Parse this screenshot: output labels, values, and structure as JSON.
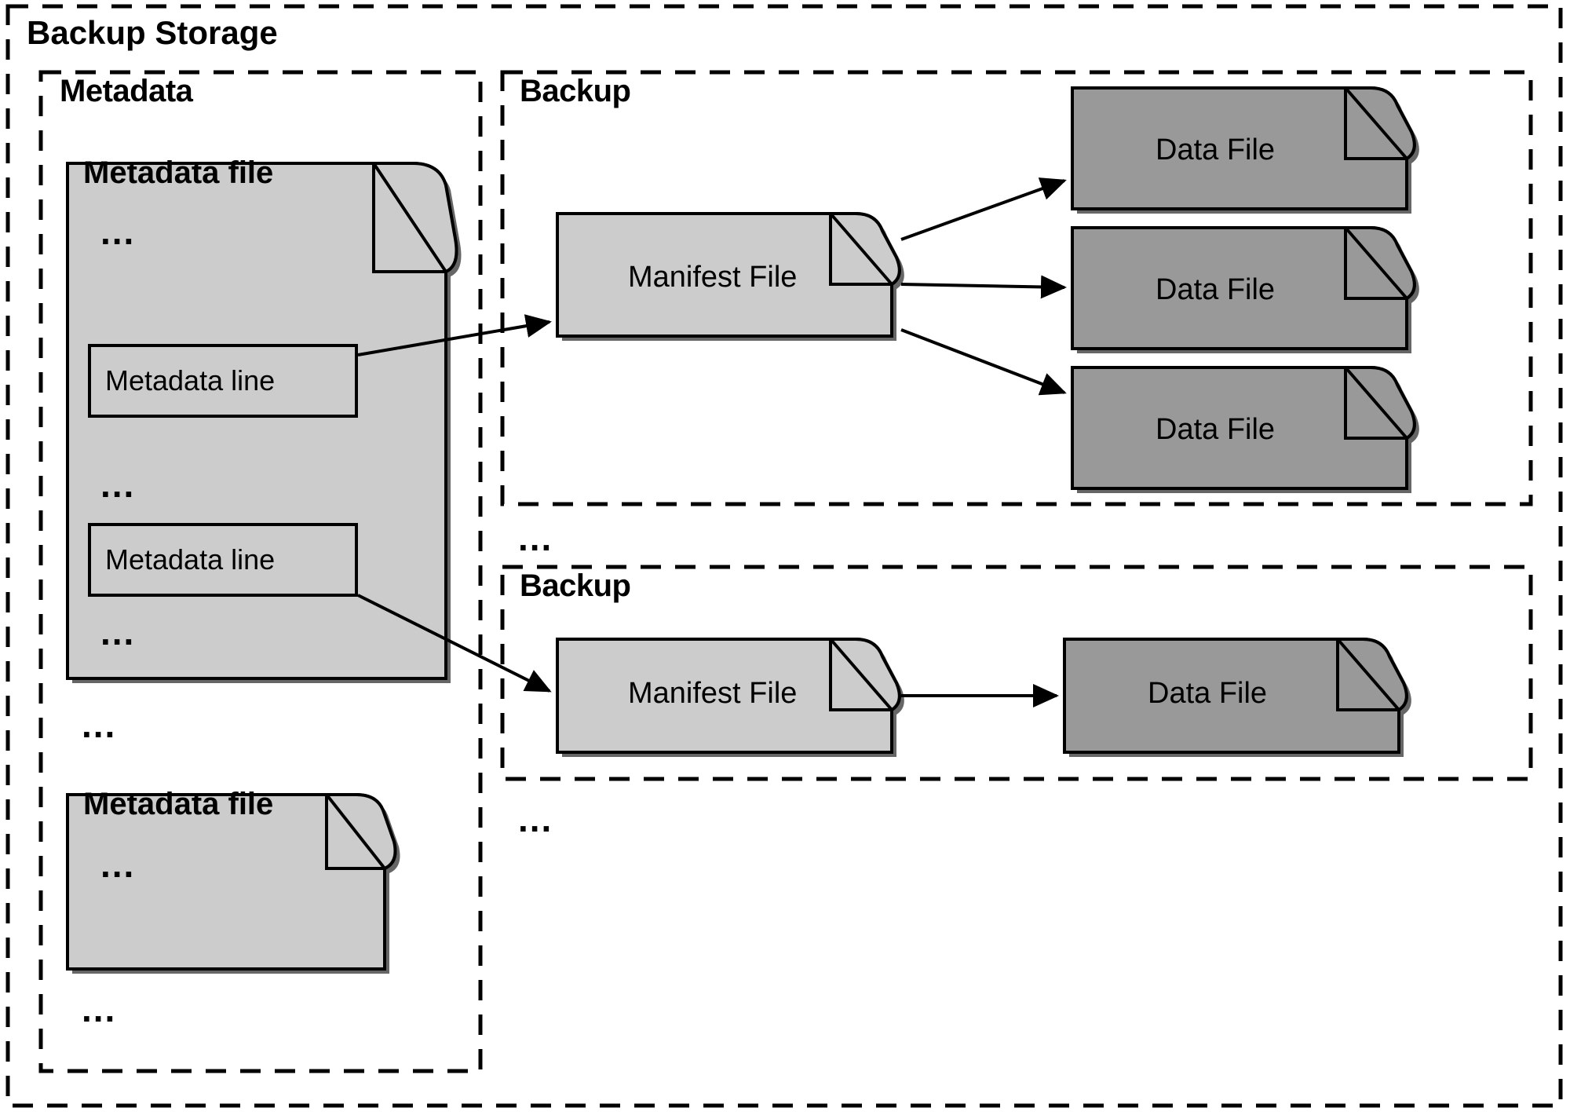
{
  "diagram": {
    "title": "Backup Storage",
    "groups": {
      "metadata": {
        "label": "Metadata"
      },
      "backup_1": {
        "label": "Backup"
      },
      "backup_2": {
        "label": "Backup"
      }
    },
    "metadata_files": [
      {
        "title": "Metadata file",
        "rows": [
          {
            "kind": "ellipsis",
            "text": "..."
          },
          {
            "kind": "line",
            "text": "Metadata line"
          },
          {
            "kind": "ellipsis",
            "text": "..."
          },
          {
            "kind": "line",
            "text": "Metadata line"
          },
          {
            "kind": "ellipsis",
            "text": "..."
          }
        ]
      },
      {
        "title": "Metadata file",
        "rows": [
          {
            "kind": "ellipsis",
            "text": "..."
          }
        ]
      }
    ],
    "metadata_group_ellipses": [
      {
        "text": "..."
      },
      {
        "text": "..."
      }
    ],
    "backup_1_shapes": {
      "manifest": {
        "label": "Manifest File"
      },
      "data_files": [
        {
          "label": "Data File"
        },
        {
          "label": "Data File"
        },
        {
          "label": "Data File"
        }
      ]
    },
    "backup_2_shapes": {
      "manifest": {
        "label": "Manifest File"
      },
      "data_files": [
        {
          "label": "Data File"
        }
      ]
    },
    "backup_column_ellipses": [
      {
        "text": "..."
      },
      {
        "text": "..."
      }
    ],
    "colors": {
      "stroke": "#000000",
      "manifest_fill": "#cccccc",
      "metadata_fill": "#cccccc",
      "data_fill": "#999999",
      "background": "#ffffff",
      "shadow": "#666666"
    }
  }
}
